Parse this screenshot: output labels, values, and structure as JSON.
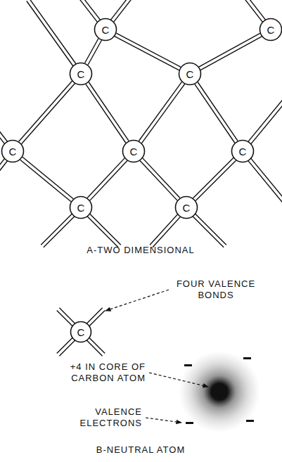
{
  "diagram": {
    "nodes": [
      {
        "text": [
          "C"
        ]
      },
      {
        "text": [
          "C"
        ]
      },
      {
        "text": [
          "C"
        ]
      },
      {
        "text": [
          "C"
        ]
      },
      {
        "text": [
          "C"
        ]
      },
      {
        "text": [
          "C"
        ]
      },
      {
        "text": [
          "C"
        ]
      },
      {
        "text": [
          "C"
        ]
      },
      {
        "text": [
          "C"
        ]
      },
      {
        "text": [
          "C"
        ]
      }
    ],
    "edges": [
      {
        "from": 0,
        "to": 2,
        "arrow": "none"
      },
      {
        "from": 0,
        "to": 3,
        "arrow": "none"
      },
      {
        "from": 1,
        "to": 3,
        "arrow": "none"
      },
      {
        "from": 2,
        "to": 4,
        "arrow": "none"
      },
      {
        "from": 2,
        "to": 5,
        "arrow": "none"
      },
      {
        "from": 3,
        "to": 5,
        "arrow": "none"
      },
      {
        "from": 3,
        "to": 6,
        "arrow": "none"
      },
      {
        "from": 4,
        "to": 7,
        "arrow": "none"
      },
      {
        "from": 5,
        "to": 7,
        "arrow": "none"
      },
      {
        "from": 5,
        "to": 8,
        "arrow": "none"
      },
      {
        "from": 6,
        "to": 8,
        "arrow": "none"
      }
    ],
    "labels": [
      "A-TWO DIMENSIONAL",
      "FOUR VALENCE BONDS",
      "+4 IN CORE OF CARBON ATOM",
      "VALENCE ELECTRONS",
      "B-NEUTRAL ATOM"
    ]
  }
}
